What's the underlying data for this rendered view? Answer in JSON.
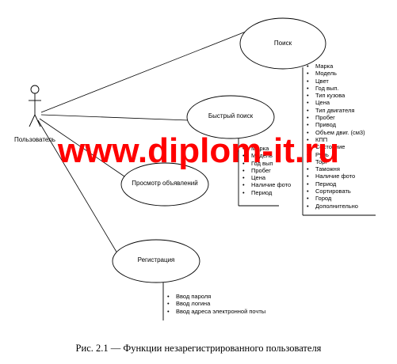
{
  "actor": {
    "label": "Пользователь"
  },
  "use_cases": {
    "search": "Поиск",
    "quick_search": "Быстрый поиск",
    "view_ads": "Просмотр объявлений",
    "registration": "Регистрация"
  },
  "search_fields": [
    "Марка",
    "Модель",
    "Цвет",
    "Год вып.",
    "Тип кузова",
    "Цена",
    "Тип двигателя",
    "Пробег",
    "Привод",
    "Объем двиг. (см3)",
    "КПП",
    "Состояние",
    "Руль",
    "Торг",
    "Таможня",
    "Наличие фото",
    "Период",
    "Сортировать",
    "Город",
    "Дополнительно"
  ],
  "quick_search_fields": [
    "Марка",
    "Модель",
    "Год вып",
    "Пробег",
    "Цена",
    "Наличие фото",
    "Период"
  ],
  "registration_fields": [
    "Ввод пароля",
    "Ввод логина",
    "Ввод адреса электронной почты"
  ],
  "watermark": "www.diplom-it.ru",
  "caption": "Рис. 2.1  — Функции незарегистрированного пользователя"
}
